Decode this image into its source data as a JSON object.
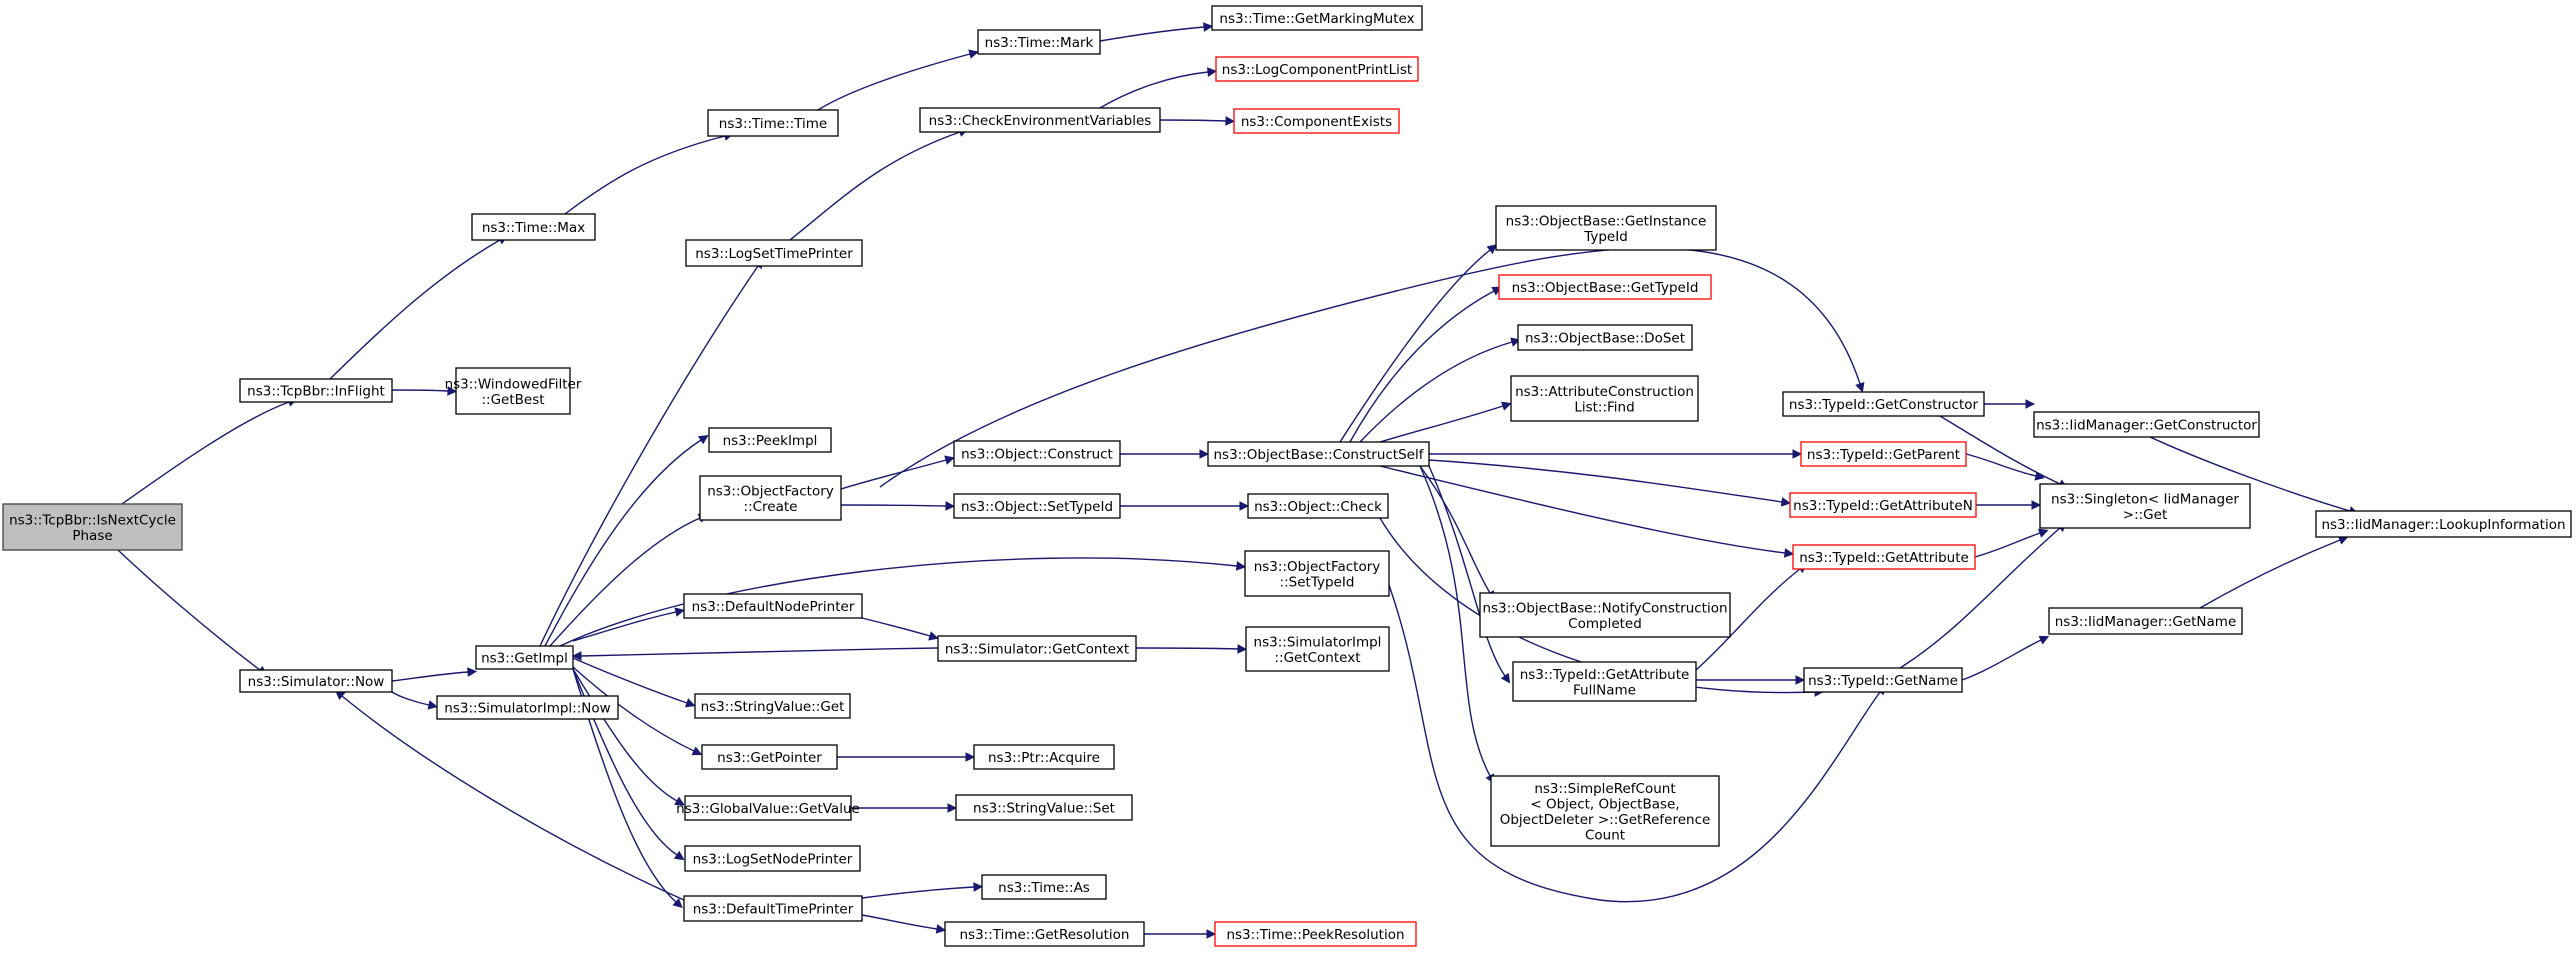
{
  "nodes": {
    "n1": {
      "lines": [
        "ns3::TcpBbr::IsNextCycle",
        "Phase"
      ],
      "color": "root"
    },
    "n2": {
      "lines": [
        "ns3::TcpBbr::InFlight"
      ]
    },
    "n3": {
      "lines": [
        "ns3::Simulator::Now"
      ]
    },
    "n4": {
      "lines": [
        "ns3::Time::Max"
      ]
    },
    "n5": {
      "lines": [
        "ns3::WindowedFilter",
        "::GetBest"
      ]
    },
    "n6": {
      "lines": [
        "ns3::Time::Time"
      ]
    },
    "n7": {
      "lines": [
        "ns3::Time::Mark"
      ]
    },
    "n8": {
      "lines": [
        "ns3::Time::GetMarkingMutex"
      ]
    },
    "n9": {
      "lines": [
        "ns3::GetImpl"
      ]
    },
    "n10": {
      "lines": [
        "ns3::SimulatorImpl::Now"
      ]
    },
    "n11": {
      "lines": [
        "ns3::LogSetTimePrinter"
      ]
    },
    "n12": {
      "lines": [
        "ns3::CheckEnvironmentVariables"
      ]
    },
    "n13": {
      "lines": [
        "ns3::LogComponentPrintList"
      ],
      "color": "red"
    },
    "n14": {
      "lines": [
        "ns3::ComponentExists"
      ],
      "color": "red"
    },
    "n15": {
      "lines": [
        "ns3::PeekImpl"
      ]
    },
    "n16": {
      "lines": [
        "ns3::ObjectFactory",
        "::Create"
      ]
    },
    "n17": {
      "lines": [
        "ns3::Object::Construct"
      ]
    },
    "n18": {
      "lines": [
        "ns3::Object::SetTypeId"
      ]
    },
    "n19": {
      "lines": [
        "ns3::ObjectBase::ConstructSelf"
      ]
    },
    "n20": {
      "lines": [
        "ns3::Object::Check"
      ]
    },
    "n21": {
      "lines": [
        "ns3::ObjectFactory",
        "::SetTypeId"
      ]
    },
    "n22": {
      "lines": [
        "ns3::DefaultNodePrinter"
      ]
    },
    "n23": {
      "lines": [
        "ns3::Simulator::GetContext"
      ]
    },
    "n24": {
      "lines": [
        "ns3::SimulatorImpl",
        "::GetContext"
      ]
    },
    "n25": {
      "lines": [
        "ns3::StringValue::Get"
      ]
    },
    "n26": {
      "lines": [
        "ns3::GetPointer"
      ]
    },
    "n27": {
      "lines": [
        "ns3::Ptr::Acquire"
      ]
    },
    "n28": {
      "lines": [
        "ns3::GlobalValue::GetValue"
      ]
    },
    "n29": {
      "lines": [
        "ns3::StringValue::Set"
      ]
    },
    "n30": {
      "lines": [
        "ns3::LogSetNodePrinter"
      ]
    },
    "n31": {
      "lines": [
        "ns3::DefaultTimePrinter"
      ]
    },
    "n32": {
      "lines": [
        "ns3::Time::As"
      ]
    },
    "n33": {
      "lines": [
        "ns3::Time::GetResolution"
      ]
    },
    "n34": {
      "lines": [
        "ns3::Time::PeekResolution"
      ],
      "color": "red"
    },
    "n35": {
      "lines": [
        "ns3::ObjectBase::GetInstance",
        "TypeId"
      ]
    },
    "n36": {
      "lines": [
        "ns3::ObjectBase::GetTypeId"
      ],
      "color": "red"
    },
    "n37": {
      "lines": [
        "ns3::ObjectBase::DoSet"
      ]
    },
    "n38": {
      "lines": [
        "ns3::AttributeConstruction",
        "List::Find"
      ]
    },
    "n39": {
      "lines": [
        "ns3::TypeId::GetConstructor"
      ]
    },
    "n40": {
      "lines": [
        "ns3::TypeId::GetParent"
      ],
      "color": "red"
    },
    "n41": {
      "lines": [
        "ns3::TypeId::GetAttributeN"
      ],
      "color": "red"
    },
    "n42": {
      "lines": [
        "ns3::TypeId::GetAttribute"
      ],
      "color": "red"
    },
    "n43": {
      "lines": [
        "ns3::ObjectBase::NotifyConstruction",
        "Completed"
      ]
    },
    "n44": {
      "lines": [
        "ns3::TypeId::GetAttribute",
        "FullName"
      ]
    },
    "n45": {
      "lines": [
        "ns3::SimpleRefCount",
        "< Object, ObjectBase,",
        " ObjectDeleter >::GetReference",
        "Count"
      ]
    },
    "n46": {
      "lines": [
        "ns3::TypeId::GetName"
      ]
    },
    "n47": {
      "lines": [
        "ns3::IidManager::GetConstructor"
      ]
    },
    "n48": {
      "lines": [
        "ns3::Singleton< IidManager",
        " >::Get"
      ]
    },
    "n49": {
      "lines": [
        "ns3::IidManager::GetName"
      ]
    },
    "n50": {
      "lines": [
        "ns3::IidManager::LookupInformation"
      ]
    }
  }
}
